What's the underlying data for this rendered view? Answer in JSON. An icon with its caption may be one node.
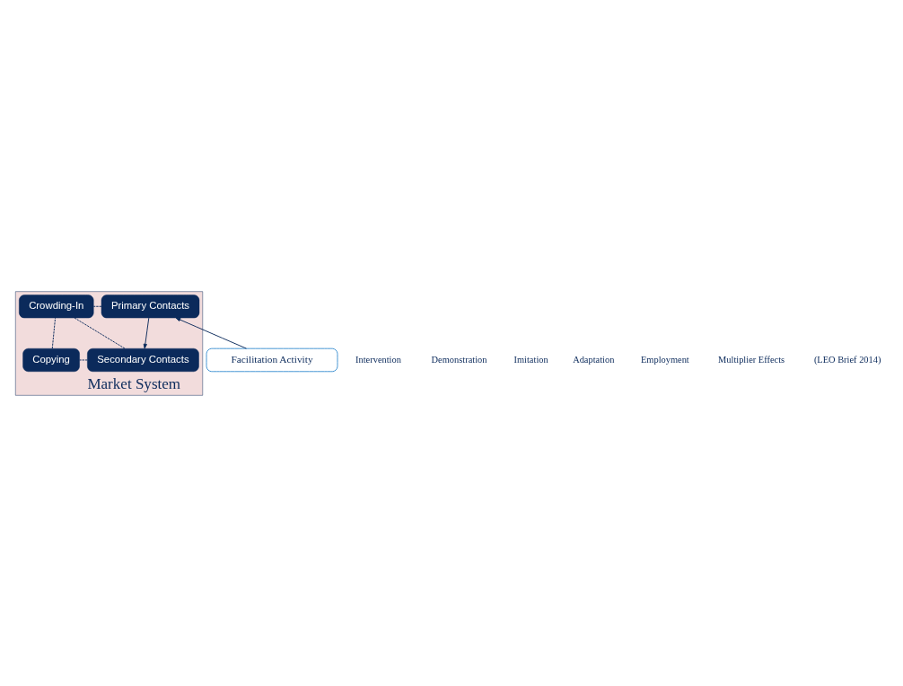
{
  "diagram": {
    "nodes": [
      {
        "text": [
          "Market System"
        ]
      },
      {
        "text": [
          "Secondary Contacts"
        ],
        "in": 0
      },
      {
        "text": [
          "Copying"
        ],
        "in": 0
      },
      {
        "text": [
          "Primary Contacts"
        ],
        "in": 0
      },
      {
        "text": [
          "Crowding-In"
        ],
        "in": 0
      },
      {
        "text": [
          "Facilitation Activity"
        ]
      }
    ],
    "edges": [
      {
        "from": 3,
        "to": 1,
        "arrow": "to"
      },
      {
        "from": 5,
        "to": 3,
        "arrow": "to"
      },
      {
        "from": 1,
        "to": 2,
        "arrow": "none",
        "style": "dashed"
      },
      {
        "from": 1,
        "to": 4,
        "arrow": "none",
        "style": "dashed"
      },
      {
        "from": 2,
        "to": 4,
        "arrow": "none",
        "style": "dashed"
      },
      {
        "from": 3,
        "to": 4,
        "arrow": "none",
        "style": "dashed"
      }
    ],
    "labels": [
      "Intervention",
      "Demonstration",
      "Imitation",
      "Adaptation",
      "Employment",
      "Multiplier Effects",
      "(LEO Brief 2014)"
    ]
  }
}
